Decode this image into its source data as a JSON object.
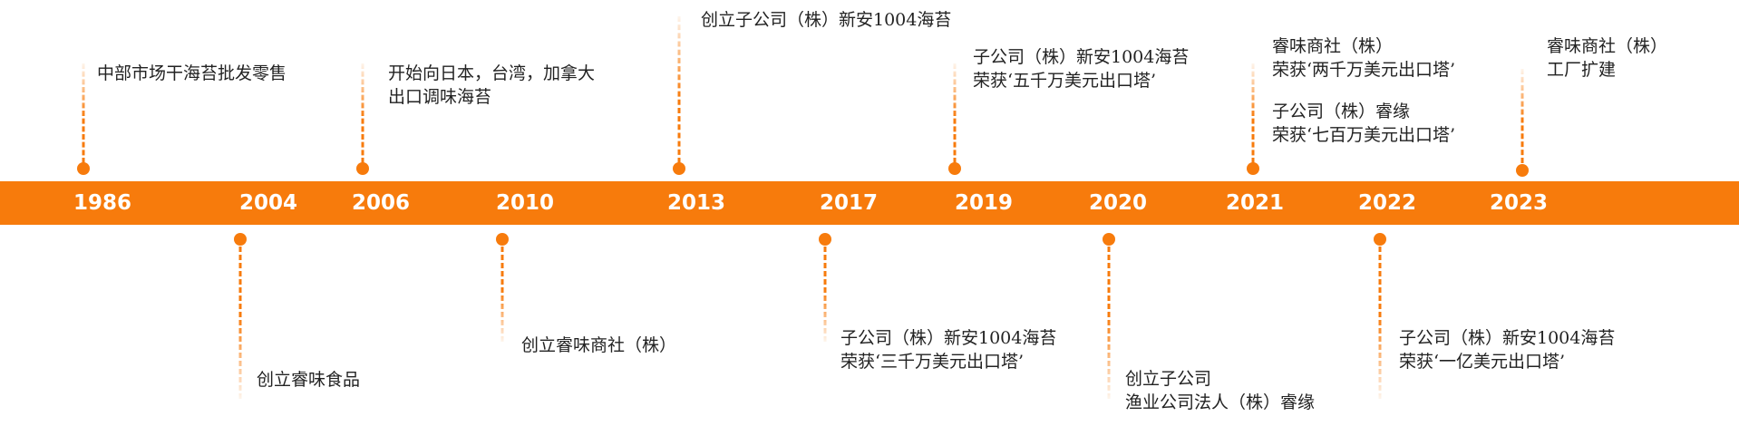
{
  "accent": "#f77b0c",
  "years": [
    "1986",
    "2004",
    "2006",
    "2010",
    "2013",
    "2017",
    "2019",
    "2020",
    "2021",
    "2022",
    "2023"
  ],
  "events": {
    "e1986": [
      "中部市场干海苔批发零售"
    ],
    "e2004": [
      "创立睿味食品"
    ],
    "e2006": [
      "开始向日本，台湾，加拿大",
      "出口调味海苔"
    ],
    "e2010": [
      "创立睿味商社（株）"
    ],
    "e2013": [
      "创立子公司（株）新安1004海苔"
    ],
    "e2017": [
      "子公司（株）新安1004海苔",
      "荣获‘三千万美元出口塔’"
    ],
    "e2019": [
      "子公司（株）新安1004海苔",
      "荣获‘五千万美元出口塔’"
    ],
    "e2020": [
      "创立子公司",
      "渔业公司法人（株）睿缘"
    ],
    "e2021a": [
      "睿味商社（株）",
      "荣获‘两千万美元出口塔’"
    ],
    "e2021b": [
      "子公司（株）睿缘",
      "荣获‘七百万美元出口塔’"
    ],
    "e2022": [
      "子公司（株）新安1004海苔",
      "荣获‘一亿美元出口塔’"
    ],
    "e2023": [
      "睿味商社（株）",
      "工厂扩建"
    ]
  }
}
